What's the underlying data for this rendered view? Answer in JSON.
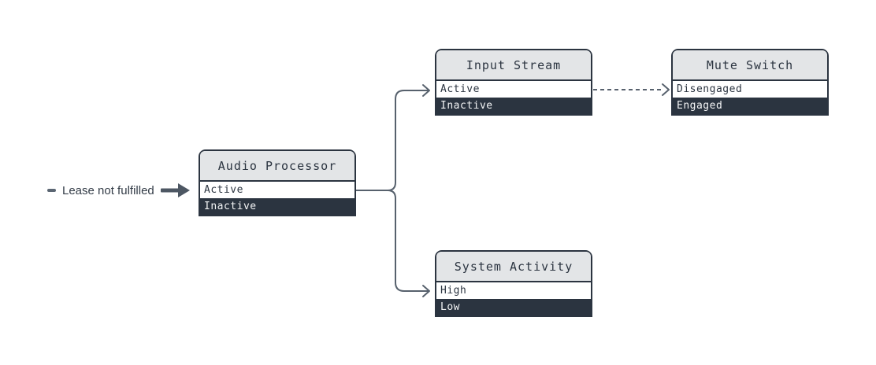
{
  "diagram": {
    "legend": {
      "marker": "dash-icon",
      "label": "Lease not fulfilled"
    },
    "nodes": [
      {
        "id": "audio-processor",
        "title": "Audio Processor",
        "states": [
          {
            "label": "Active",
            "highlighted": true
          },
          {
            "label": "Inactive",
            "highlighted": false
          }
        ]
      },
      {
        "id": "input-stream",
        "title": "Input Stream",
        "states": [
          {
            "label": "Active",
            "highlighted": true
          },
          {
            "label": "Inactive",
            "highlighted": false
          }
        ]
      },
      {
        "id": "mute-switch",
        "title": "Mute Switch",
        "states": [
          {
            "label": "Disengaged",
            "highlighted": true
          },
          {
            "label": "Engaged",
            "highlighted": false
          }
        ]
      },
      {
        "id": "system-activity",
        "title": "System Activity",
        "states": [
          {
            "label": "High",
            "highlighted": true
          },
          {
            "label": "Low",
            "highlighted": false
          }
        ]
      }
    ],
    "edges": [
      {
        "from": "Audio Processor.Active",
        "to": "Input Stream.Active",
        "style": "solid"
      },
      {
        "from": "Audio Processor.Active",
        "to": "System Activity.High",
        "style": "solid"
      },
      {
        "from": "Input Stream.Active",
        "to": "Mute Switch.Disengaged",
        "style": "dashed"
      }
    ],
    "colors": {
      "node_border": "#2b3440",
      "node_header_bg": "#e3e5e7",
      "state_on_bg": "#ffffff",
      "state_off_bg": "#2b3440",
      "edge": "#57616d",
      "legend_text": "#333c47",
      "background": "#ffffff"
    }
  }
}
